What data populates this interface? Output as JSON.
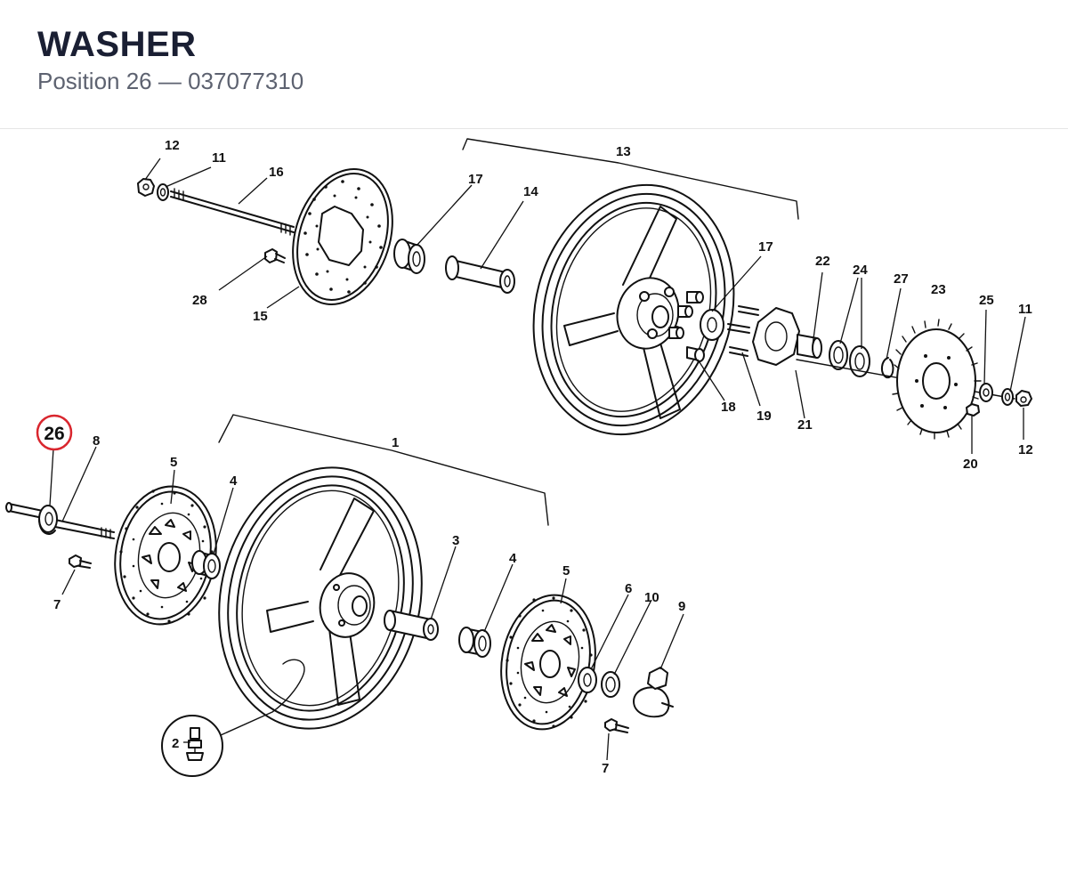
{
  "header": {
    "title": "WASHER",
    "subtitle": "Position 26 — 037077310"
  },
  "diagram": {
    "highlight": {
      "label": "26",
      "color": "#d9262e"
    },
    "callouts": {
      "c12a": "12",
      "c11a": "11",
      "c16": "16",
      "c13": "13",
      "c17a": "17",
      "c14": "14",
      "c28": "28",
      "c15": "15",
      "c17b": "17",
      "c22": "22",
      "c24": "24",
      "c27": "27",
      "c23": "23",
      "c25": "25",
      "c11b": "11",
      "c18": "18",
      "c19": "19",
      "c21": "21",
      "c20": "20",
      "c12b": "12",
      "c8": "8",
      "c5a": "5",
      "c4a": "4",
      "c1": "1",
      "c7a": "7",
      "c3": "3",
      "c4b": "4",
      "c5b": "5",
      "c6": "6",
      "c10": "10",
      "c9": "9",
      "c2": "2",
      "c7b": "7"
    }
  }
}
